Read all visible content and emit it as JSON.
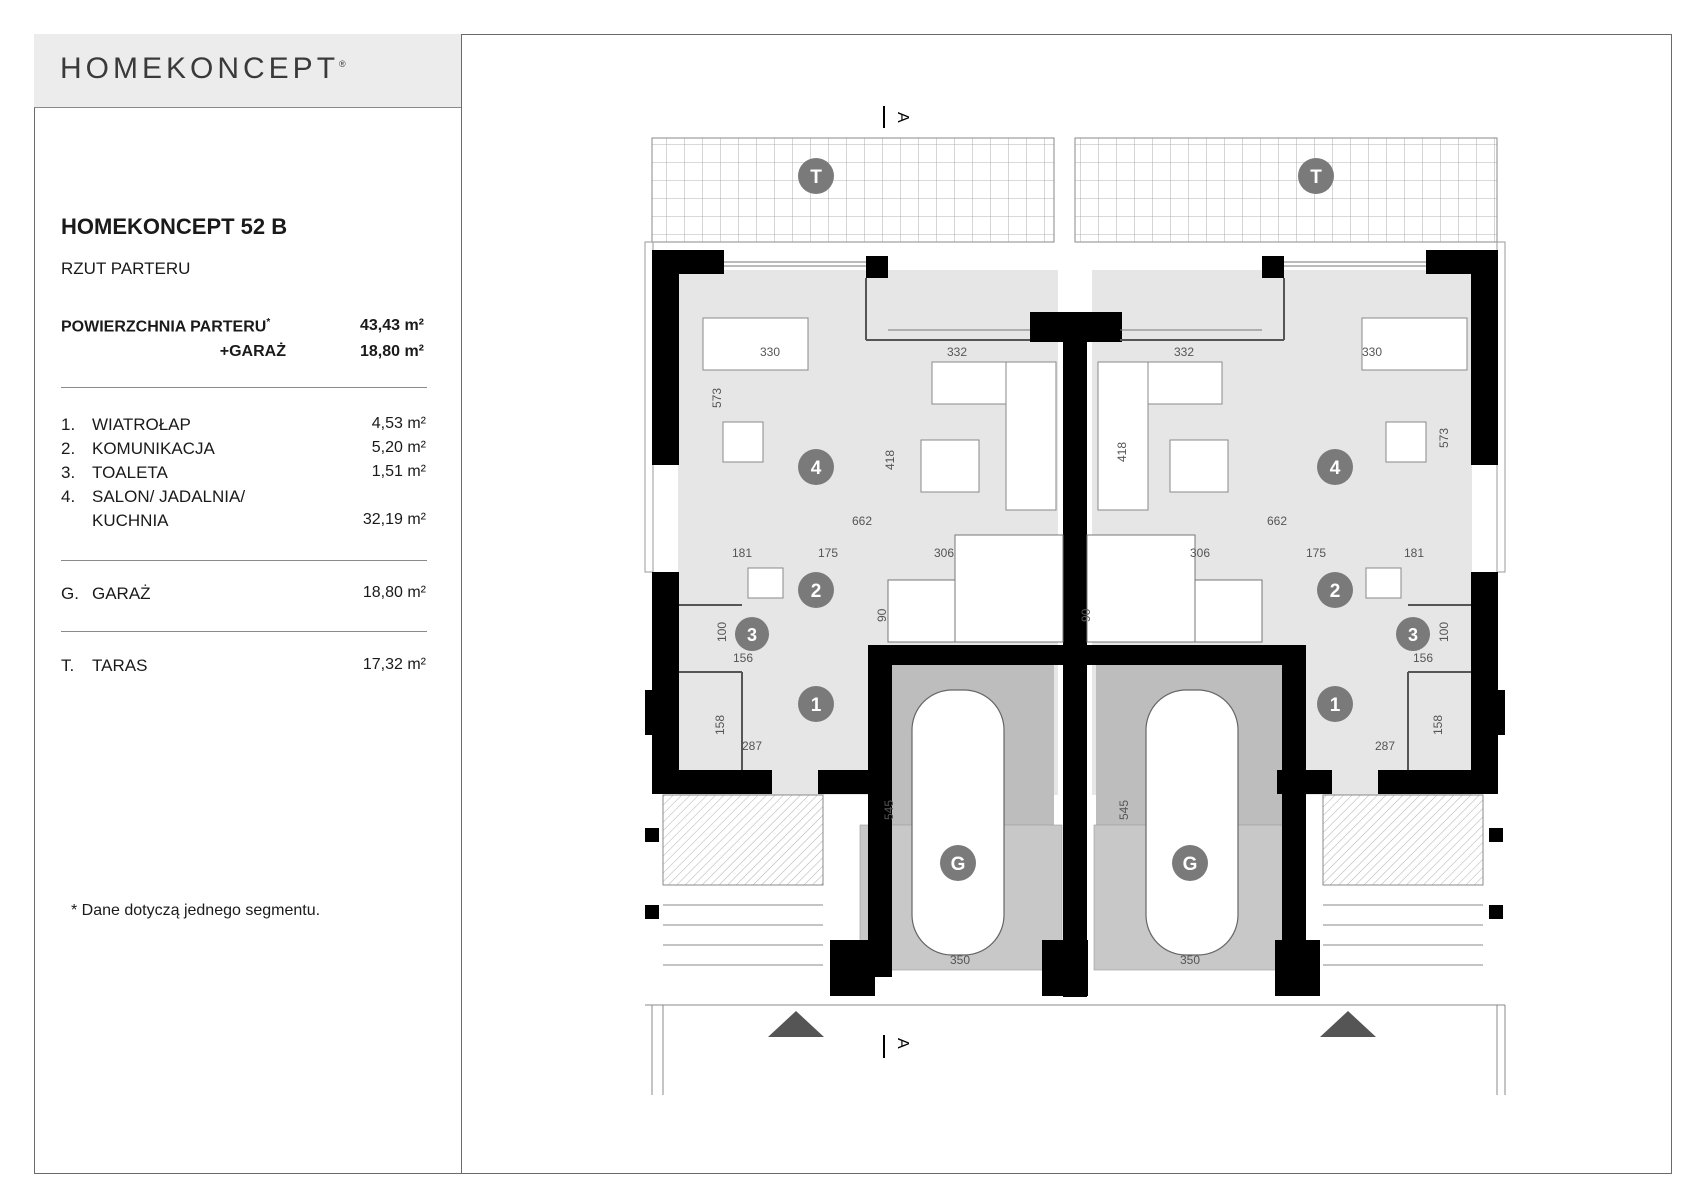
{
  "brand": "HOMEKONCEPT",
  "brand_mark": "®",
  "project_title": "HOMEKONCEPT 52 B",
  "plan_name": "RZUT PARTERU",
  "area": {
    "ground_label": "POWIERZCHNIA PARTERU",
    "ground_asterisk": "*",
    "ground_value": "43,43 m²",
    "garage_label": "+GARAŻ",
    "garage_value": "18,80 m²"
  },
  "rooms": [
    {
      "num": "1.",
      "name": "WIATROŁAP",
      "area": "4,53 m²"
    },
    {
      "num": "2.",
      "name": "KOMUNIKACJA",
      "area": "5,20 m²"
    },
    {
      "num": "3.",
      "name": "TOALETA",
      "area": "1,51 m²"
    },
    {
      "num": "4.",
      "name": "SALON/ JADALNIA/",
      "name2": "KUCHNIA",
      "area": "32,19 m²"
    }
  ],
  "garage": {
    "num": "G.",
    "name": "GARAŻ",
    "area": "18,80 m²"
  },
  "terrace": {
    "num": "T.",
    "name": "TARAS",
    "area": "17,32 m²"
  },
  "footnote": "*  Dane dotyczą jednego segmentu.",
  "plan": {
    "section_marker": "A",
    "room_markers": [
      "T",
      "4",
      "2",
      "3",
      "1",
      "G"
    ],
    "dimensions": [
      "330",
      "332",
      "573",
      "418",
      "662",
      "181",
      "175",
      "306",
      "90",
      "100",
      "156",
      "158",
      "287",
      "545",
      "350"
    ]
  },
  "colors": {
    "wall": "#000000",
    "floor": "#e6e6e6",
    "garage_floor": "#bdbdbd",
    "marker": "#7a7a7a",
    "border": "#6a6a6a"
  }
}
